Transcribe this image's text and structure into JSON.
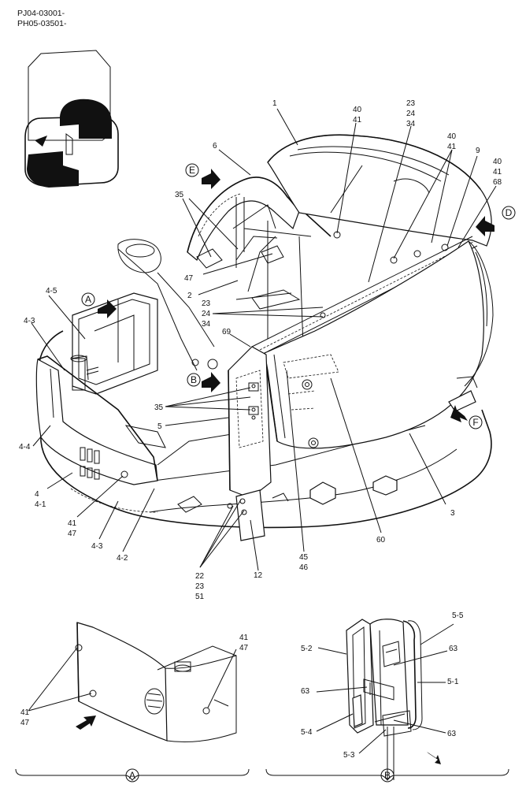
{
  "header": {
    "serial_1": "PJ04-03001-",
    "serial_2": "PH05-03501-"
  },
  "callouts": {
    "p1": "1",
    "p6": "6",
    "p2": "2",
    "p3": "3",
    "p5": "5",
    "p9": "9",
    "p12": "12",
    "p35a": "35",
    "p35b": "35",
    "p47": "47",
    "p69": "69",
    "p60": "60",
    "p4": "4",
    "p4_1": "4-1",
    "p4_2": "4-2",
    "p4_3a": "4-3",
    "p4_3b": "4-3",
    "p4_4": "4-4",
    "p4_5": "4-5",
    "g40_41_a": [
      "40",
      "41"
    ],
    "g23_24_34_a": [
      "23",
      "24",
      "34"
    ],
    "g40_41_b": [
      "40",
      "41"
    ],
    "g40_41_68": [
      "40",
      "41",
      "68"
    ],
    "g23_24_34_b": [
      "23",
      "24",
      "34"
    ],
    "g41_47_a": [
      "41",
      "47"
    ],
    "g45_46": [
      "45",
      "46"
    ],
    "g22_23_51": [
      "22",
      "23",
      "51"
    ]
  },
  "view_markers": {
    "A": "A",
    "B": "B",
    "D": "D",
    "E": "E",
    "F": "F"
  },
  "detail_a": {
    "g41_47_top": [
      "41",
      "47"
    ],
    "g41_47_left": [
      "41",
      "47"
    ],
    "caption": "A"
  },
  "detail_b": {
    "p5_2": "5-2",
    "p5_5": "5-5",
    "p5_1": "5-1",
    "p5_4": "5-4",
    "p5_3": "5-3",
    "p63a": "63",
    "p63b": "63",
    "p63c": "63",
    "caption": "B"
  }
}
